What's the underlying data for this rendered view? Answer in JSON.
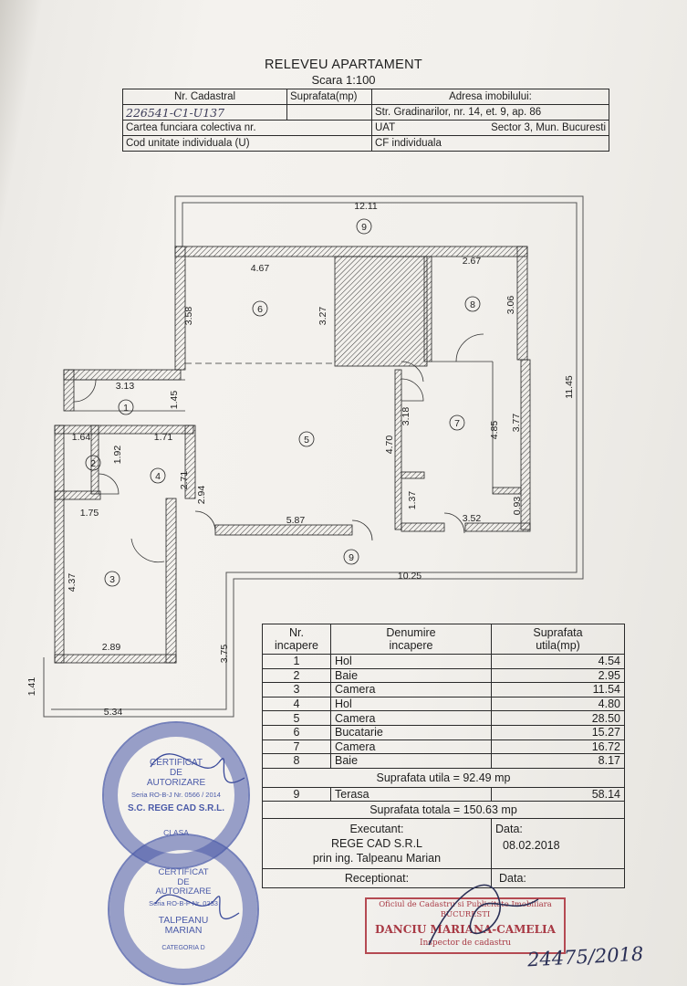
{
  "doc": {
    "title": "RELEVEU APARTAMENT",
    "scale": "Scara 1:100"
  },
  "header": {
    "nr_cadastral_label": "Nr. Cadastral",
    "suprafata_label": "Suprafata(mp)",
    "adresa_label": "Adresa imobilului:",
    "nr_cadastral_value": "226541-C1-U137",
    "address": "Str. Gradinarilor, nr. 14, et. 9, ap. 86",
    "carte_label": "Cartea funciara colectiva nr.",
    "uat_label": "UAT",
    "uat_value": "Sector 3, Mun. Bucuresti",
    "cod_label": "Cod unitate individuala (U)",
    "cf_label": "CF individuala"
  },
  "plan": {
    "dims": {
      "terrace_top": "12.11",
      "d_467": "4.67",
      "d_267": "2.67",
      "d_358": "3.58",
      "d_327": "3.27",
      "d_306": "3.06",
      "d_1145": "11.45",
      "d_313": "3.13",
      "d_145": "1.45",
      "d_164": "1.64",
      "d_171": "1.71",
      "d_192": "1.92",
      "d_271": "2.71",
      "d_294": "2.94",
      "d_318": "3.18",
      "d_470": "4.70",
      "d_485": "4.85",
      "d_377": "3.77",
      "d_137": "1.37",
      "d_093": "0.93",
      "d_175": "1.75",
      "d_587": "5.87",
      "d_352": "3.52",
      "d_437": "4.37",
      "d_1025": "10.25",
      "d_289": "2.89",
      "d_375": "3.75",
      "d_141": "1.41",
      "d_534": "5.34"
    },
    "room_labels": [
      "1",
      "2",
      "3",
      "4",
      "5",
      "6",
      "7",
      "8",
      "9",
      "9"
    ]
  },
  "rooms": {
    "head_nr": "Nr.\nincapere",
    "head_name": "Denumire\nincapere",
    "head_area": "Suprafata\nutila(mp)",
    "rows": [
      {
        "nr": "1",
        "name": "Hol",
        "area": "4.54"
      },
      {
        "nr": "2",
        "name": "Baie",
        "area": "2.95"
      },
      {
        "nr": "3",
        "name": "Camera",
        "area": "11.54"
      },
      {
        "nr": "4",
        "name": "Hol",
        "area": "4.80"
      },
      {
        "nr": "5",
        "name": "Camera",
        "area": "28.50"
      },
      {
        "nr": "6",
        "name": "Bucatarie",
        "area": "15.27"
      },
      {
        "nr": "7",
        "name": "Camera",
        "area": "16.72"
      },
      {
        "nr": "8",
        "name": "Baie",
        "area": "8.17"
      }
    ],
    "useful_total": "Suprafata utila = 92.49 mp",
    "terrace": {
      "nr": "9",
      "name": "Terasa",
      "area": "58.14"
    },
    "grand_total": "Suprafata totala = 150.63 mp",
    "executant_label": "Executant:",
    "executant_name": "REGE CAD S.R.L",
    "executant_by": "prin ing. Talpeanu Marian",
    "data_label": "Data:",
    "data_value": "08.02.2018",
    "receptionat_label": "Receptionat:",
    "data2_label": "Data:"
  },
  "stamps": {
    "s1_title": "CERTIFICAT",
    "s1_line2": "DE",
    "s1_line3": "AUTORIZARE",
    "s1_serie": "Seria RO-B-J Nr. 0566 / 2014",
    "s1_company": "S.C. REGE CAD S.R.L.",
    "s1_class": "CLASA",
    "s2_title": "CERTIFICAT",
    "s2_line2": "DE",
    "s2_line3": "AUTORIZARE",
    "s2_serie": "Seria RO-B-F Nr. 0233",
    "s2_name1": "TALPEANU",
    "s2_name2": "MARIAN",
    "s2_cat": "CATEGORIA D",
    "ins_line1": "Oficiul de Cadastru si Publicitate Imobiliara",
    "ins_line2": "BUCURESTI",
    "ins_name": "DANCIU MARIANA-CAMELIA",
    "ins_role": "Inspector de cadastru",
    "handwritten": "24475/2018"
  },
  "colors": {
    "ink": "#1e1e1e",
    "stamp_blue": "#4a5aa8",
    "stamp_red": "#b54a52",
    "hatch": "#3a3a3a"
  }
}
